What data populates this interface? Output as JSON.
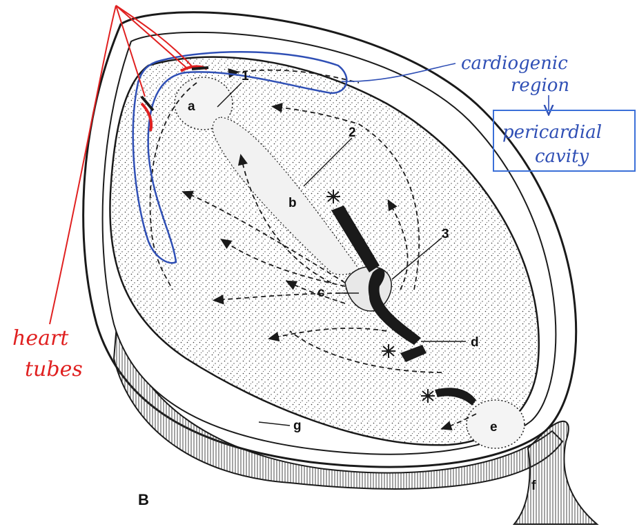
{
  "figure_label": "B",
  "labels": {
    "a": "a",
    "b": "b",
    "c": "c",
    "d": "d",
    "e": "e",
    "f": "f",
    "g": "g",
    "n1": "1",
    "n2": "2",
    "n3": "3"
  },
  "annotations": {
    "cardiogenic_line1": "cardiogenic",
    "cardiogenic_line2": "region",
    "pericardial_line1": "pericardial",
    "pericardial_line2": "cavity",
    "heart_line1": "heart",
    "heart_line2": "tubes"
  },
  "colors": {
    "ink": "#1a1a1a",
    "blue_annotation": "#2f4fb5",
    "red_annotation": "#e02020",
    "box_border": "#3a6fd8"
  }
}
